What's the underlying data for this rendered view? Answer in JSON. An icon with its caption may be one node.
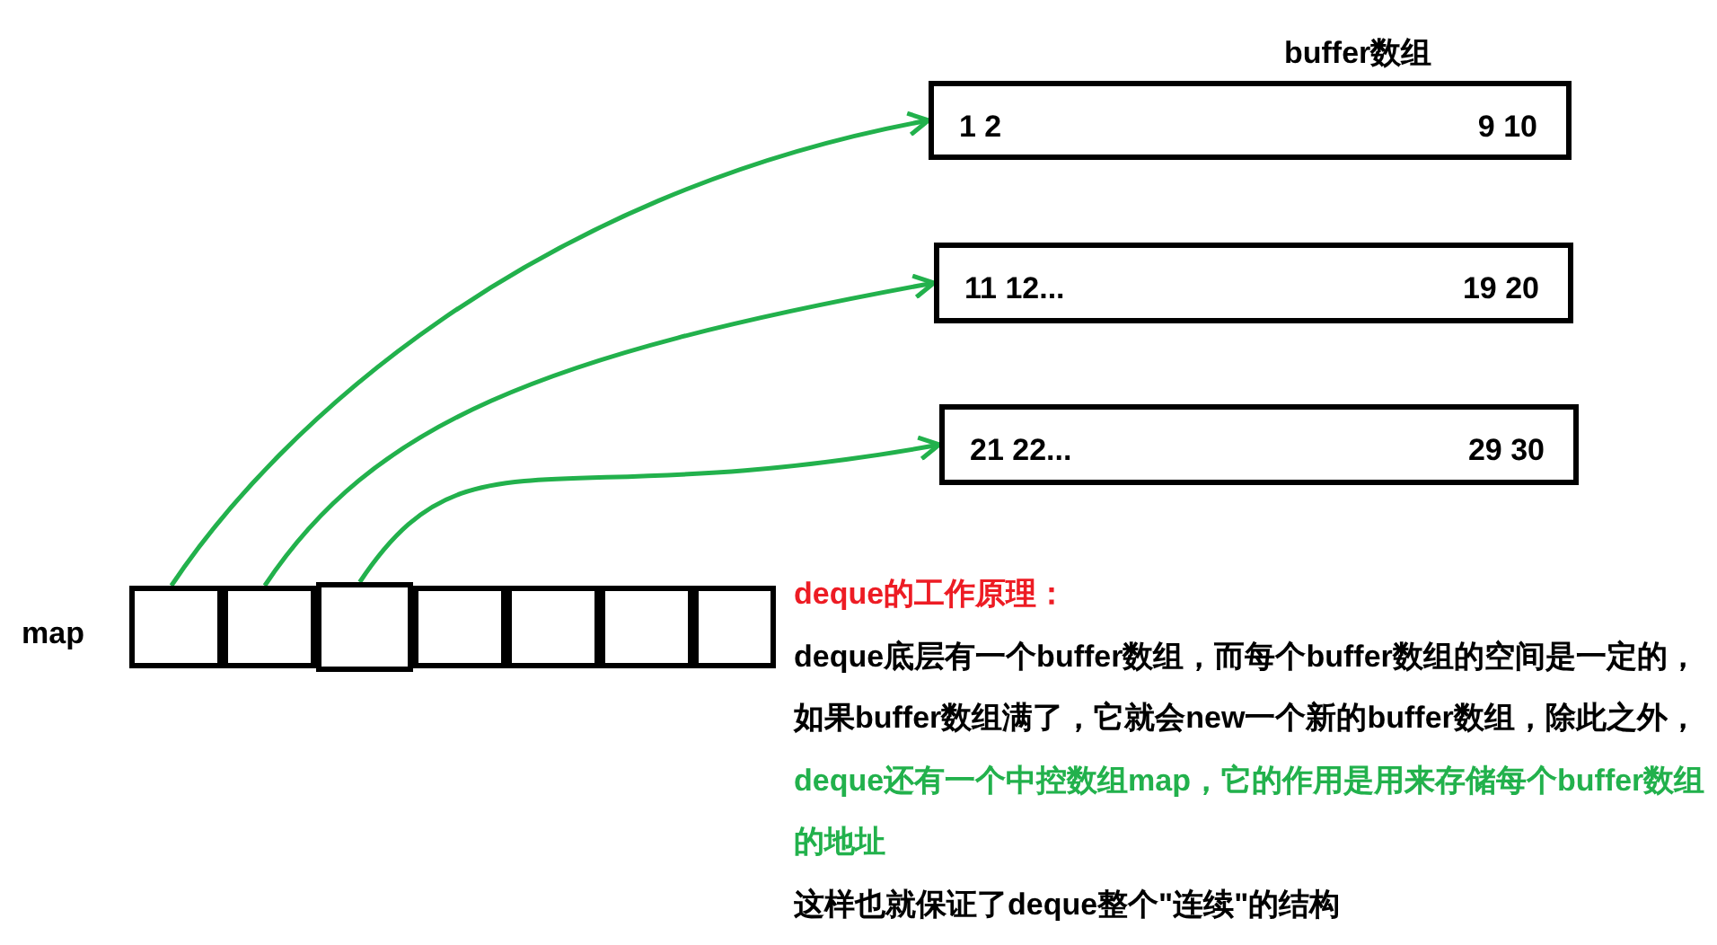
{
  "diagram": {
    "nodes": [
      {
        "text": [
          "1 2",
          "9 10"
        ]
      },
      {
        "text": [
          "11 12...",
          "19 20"
        ]
      },
      {
        "text": [
          "21 22...",
          "29 30"
        ]
      },
      {
        "text": [],
        "shape": "box"
      },
      {
        "text": [],
        "shape": "box"
      },
      {
        "text": [],
        "shape": "box"
      },
      {
        "text": [],
        "shape": "box"
      },
      {
        "text": [],
        "shape": "box"
      },
      {
        "text": [],
        "shape": "box"
      },
      {
        "text": [],
        "shape": "box"
      }
    ],
    "edges": [
      {
        "from": 3,
        "to": 0,
        "arrow": "to",
        "color": "#22b14c"
      },
      {
        "from": 4,
        "to": 1,
        "arrow": "to",
        "color": "#22b14c"
      },
      {
        "from": 5,
        "to": 2,
        "arrow": "to",
        "color": "#22b14c"
      }
    ],
    "labels": [
      "buffer数组",
      "map",
      "deque的工作原理：",
      "deque底层有一个buffer数组，而每个buffer数组的空间是一定的，如果buffer数组满了，它就会new一个新的buffer数组，除此之外，",
      "deque还有一个中控数组map，它的作用是用来存储每个buffer数组的地址",
      "这样也就保证了deque整个\"连续\"的结构"
    ]
  }
}
